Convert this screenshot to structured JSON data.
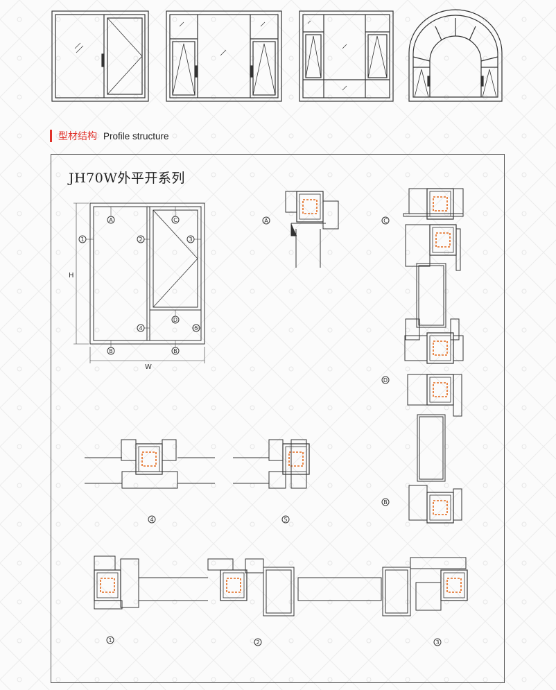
{
  "section_heading": {
    "cn": "型材结构",
    "en": "Profile structure"
  },
  "series_title": "JH70W外平开系列",
  "elevation": {
    "dim_h": "H",
    "dim_w": "W",
    "markers": [
      "A",
      "C",
      "1",
      "2",
      "3",
      "D",
      "4",
      "5",
      "B",
      "B"
    ]
  },
  "sections": {
    "A": "A",
    "C": "C",
    "D": "D",
    "B": "B",
    "n4": "4",
    "n5": "5",
    "n1": "1",
    "n2": "2",
    "n3": "3"
  },
  "colors": {
    "accent": "#e0322a",
    "thermal_break": "#e36a1c",
    "line": "#333333"
  }
}
